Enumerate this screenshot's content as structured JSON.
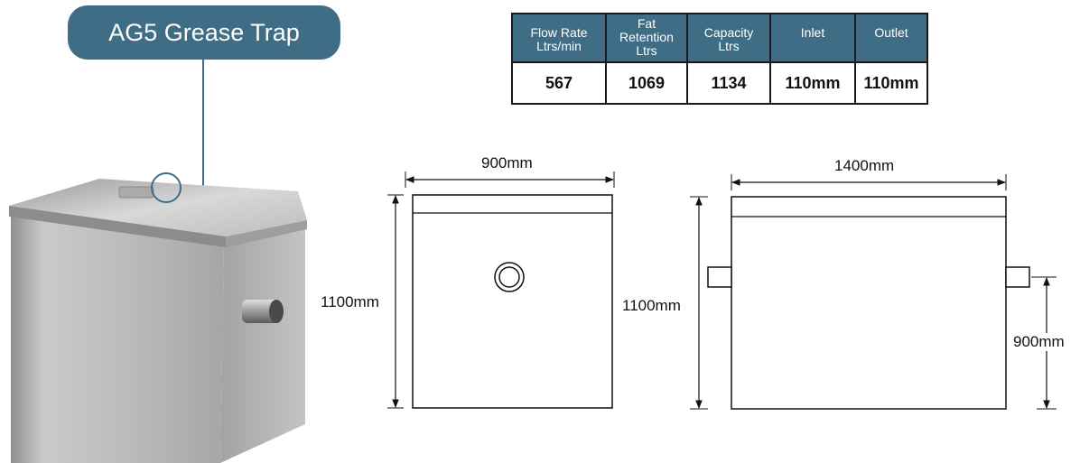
{
  "title": "AG5 Grease Trap",
  "table": {
    "headers": [
      [
        "Flow Rate",
        "Ltrs/min"
      ],
      [
        "Fat",
        "Retention",
        "Ltrs"
      ],
      [
        "Capacity",
        "Ltrs"
      ],
      [
        "Inlet"
      ],
      [
        "Outlet"
      ]
    ],
    "values": [
      "567",
      "1069",
      "1134",
      "110mm",
      "110mm"
    ]
  },
  "dimensions": {
    "front_width": "900mm",
    "front_height": "1100mm",
    "side_width": "1400mm",
    "side_height": "1100mm",
    "outlet_height": "900mm"
  },
  "colors": {
    "accent": "#3f6d86",
    "steel": "#b8b8b8"
  }
}
